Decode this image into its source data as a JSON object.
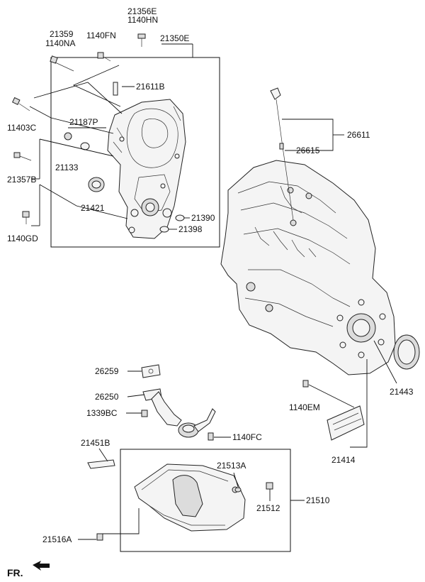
{
  "labels": {
    "l21356E": "21356E",
    "l1140HN": "1140HN",
    "l21359": "21359",
    "l1140NA": "1140NA",
    "l1140FN": "1140FN",
    "l21350E": "21350E",
    "l21611B": "21611B",
    "l11403C": "11403C",
    "l21187P": "21187P",
    "l21133": "21133",
    "l21357B": "21357B",
    "l21421": "21421",
    "l21390": "21390",
    "l21398": "21398",
    "l1140GD": "1140GD",
    "l26611": "26611",
    "l26615": "26615",
    "l21443": "21443",
    "l26259": "26259",
    "l26250": "26250",
    "l1339BC": "1339BC",
    "l1140FC": "1140FC",
    "l1140EM": "1140EM",
    "l21414": "21414",
    "l21451B": "21451B",
    "l21513A": "21513A",
    "l21510": "21510",
    "l21512": "21512",
    "l21516A": "21516A",
    "fr": "FR."
  }
}
